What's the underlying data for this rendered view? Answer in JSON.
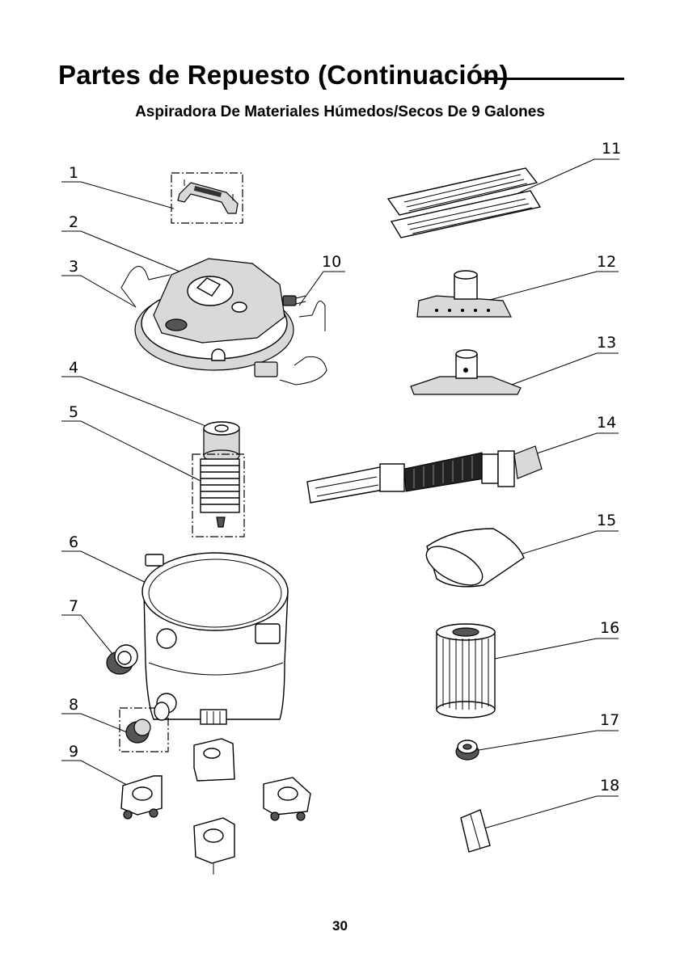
{
  "document": {
    "title": "Partes de Repuesto (Continuación)",
    "subtitle": "Aspiradora De Materiales Húmedos/Secos De 9 Galones",
    "page_number": "30"
  },
  "callouts": [
    "1",
    "2",
    "3",
    "4",
    "5",
    "6",
    "7",
    "8",
    "9",
    "10",
    "11",
    "12",
    "13",
    "14",
    "15",
    "16",
    "17",
    "18"
  ]
}
